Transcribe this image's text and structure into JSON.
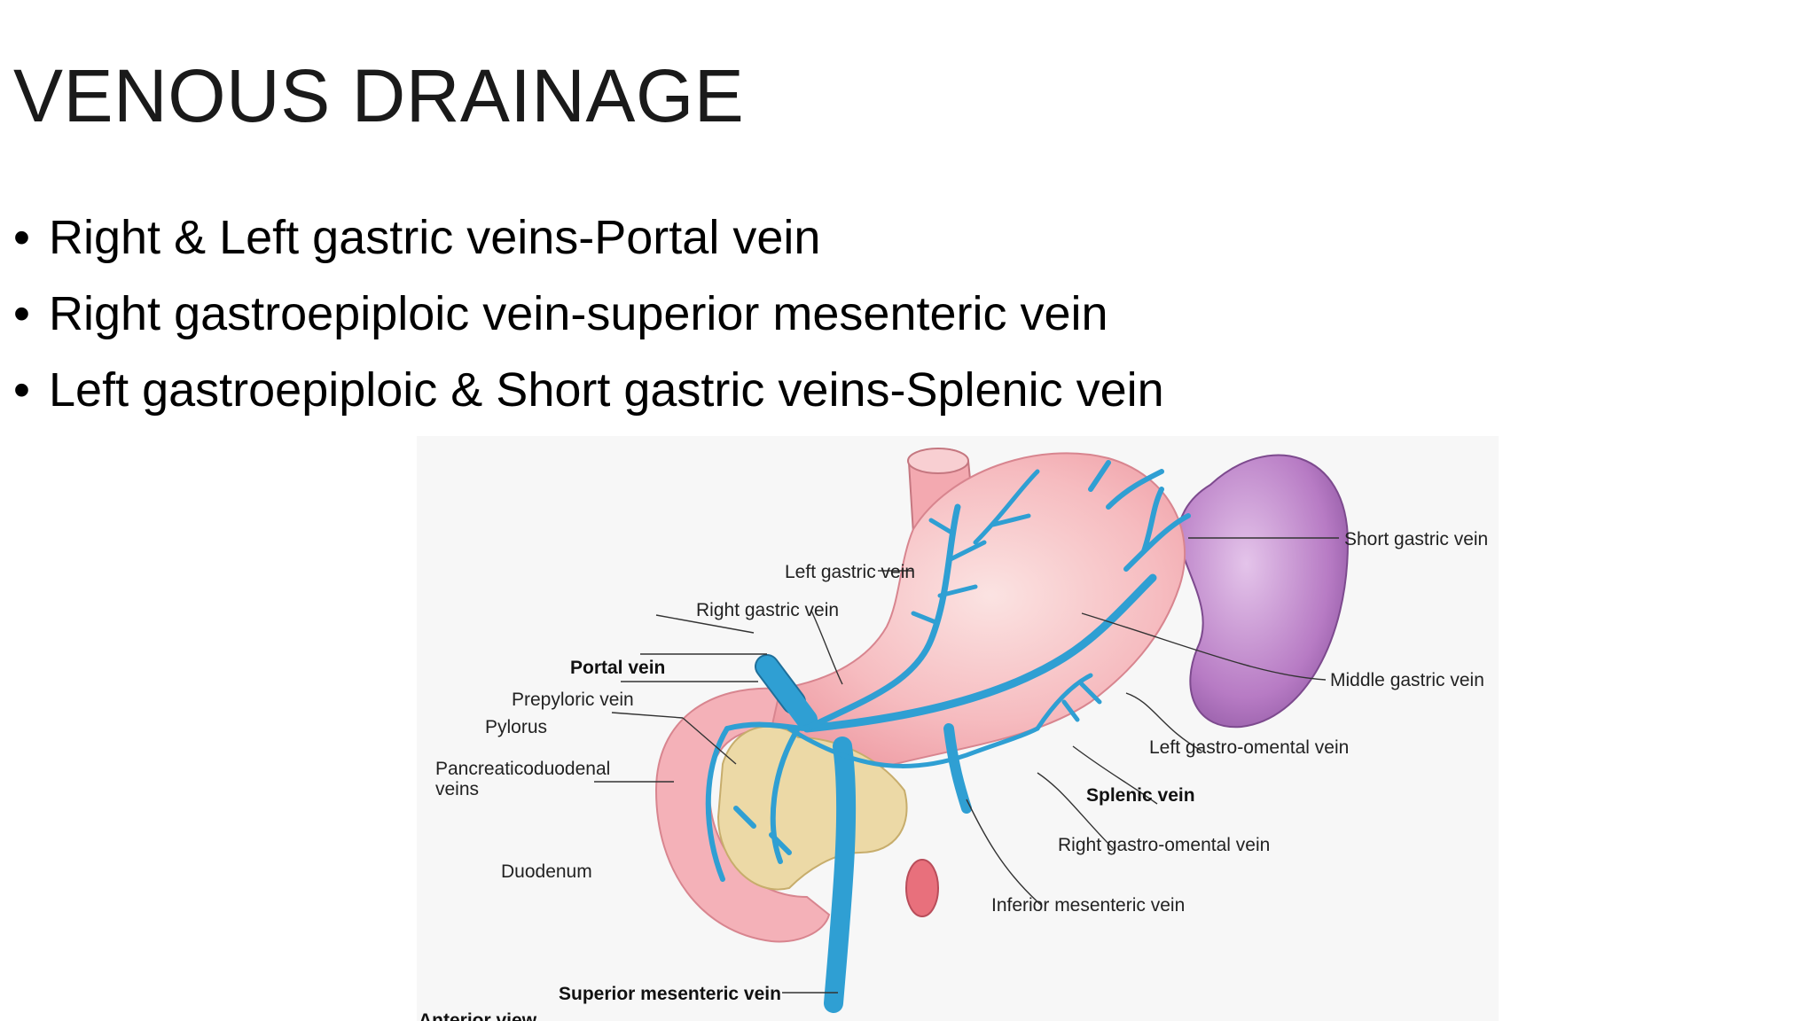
{
  "slide": {
    "title": "VENOUS DRAINAGE",
    "bullets": [
      "Right & Left gastric veins-Portal vein",
      "Right gastroepiploic vein-superior mesenteric vein",
      "Left gastroepiploic & Short gastric veins-Splenic vein"
    ],
    "bullet_glyph": "•"
  },
  "diagram": {
    "labels": {
      "left_gastric_vein": "Left gastric vein",
      "right_gastric_vein": "Right gastric vein",
      "portal_vein": "Portal vein",
      "prepyloric_vein": "Prepyloric vein",
      "pylorus": "Pylorus",
      "pancreaticoduodenal_1": "Pancreaticoduodenal",
      "pancreaticoduodenal_2": "veins",
      "duodenum": "Duodenum",
      "superior_mesenteric_vein": "Superior mesenteric vein",
      "anterior_view": "Anterior view",
      "short_gastric_vein": "Short gastric vein",
      "middle_gastric_vein": "Middle gastric vein",
      "left_gastro_omental_vein": "Left gastro-omental vein",
      "splenic_vein": "Splenic vein",
      "right_gastro_omental_vein": "Right gastro-omental vein",
      "inferior_mesenteric_vein": "Inferior mesenteric vein"
    },
    "colors": {
      "vein": "#2f9fd3",
      "stomach": "#f6b8bd",
      "spleen": "#b77bc4",
      "pancreas": "#ecd9a6",
      "background": "#f7f7f7"
    }
  }
}
